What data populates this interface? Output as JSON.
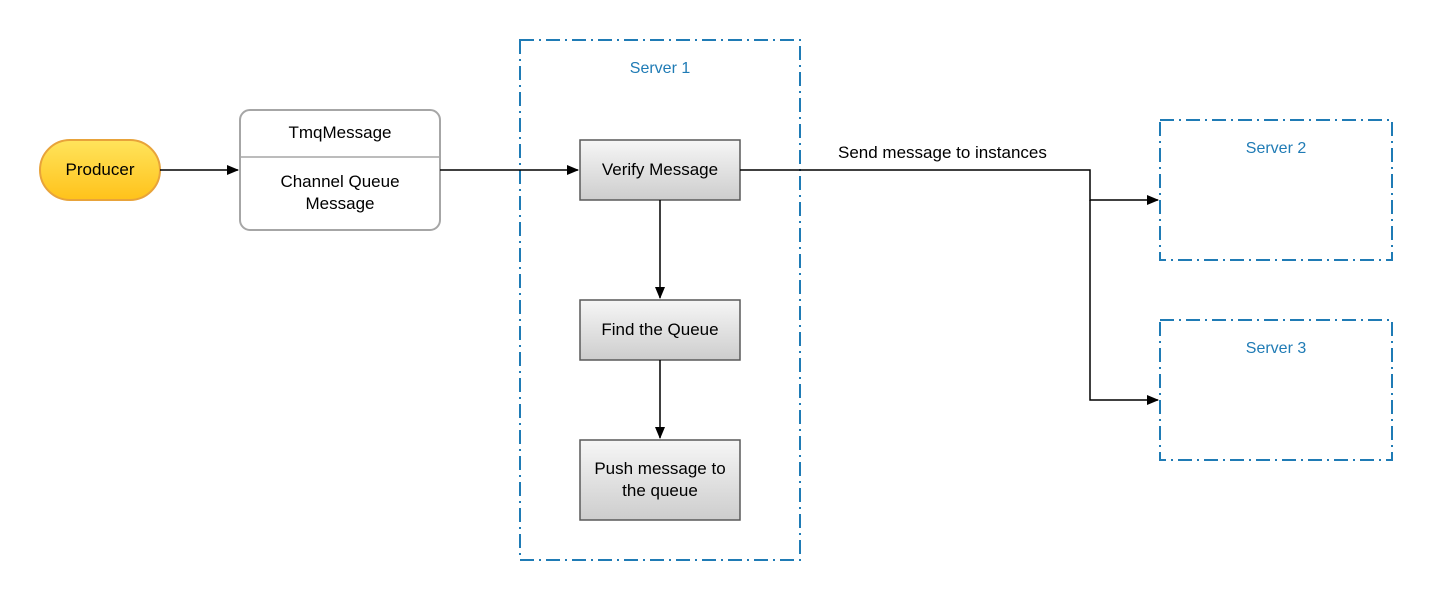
{
  "nodes": {
    "producer": "Producer",
    "tmq_title": "TmqMessage",
    "tmq_body": "Channel Queue Message",
    "verify": "Verify Message",
    "find": "Find the Queue",
    "push": "Push message to the queue"
  },
  "containers": {
    "server1": "Server 1",
    "server2": "Server 2",
    "server3": "Server 3"
  },
  "edges": {
    "send_label": "Send message to instances"
  },
  "colors": {
    "container_border": "#1f7bb5",
    "producer_fill_top": "#ffe45c",
    "producer_fill_bottom": "#ffc21a",
    "producer_border": "#e8a33a",
    "process_fill_top": "#f4f4f4",
    "process_fill_bottom": "#cfcfcf",
    "process_border": "#595959",
    "card_border": "#a6a6a6"
  }
}
